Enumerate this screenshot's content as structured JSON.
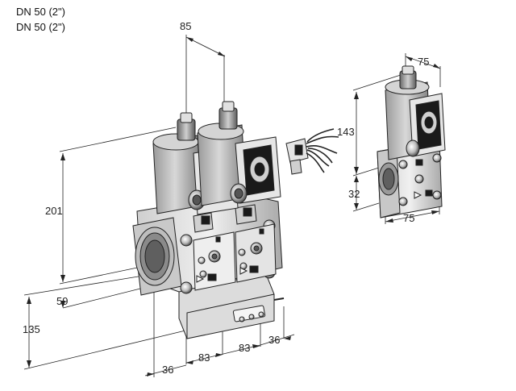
{
  "header": {
    "line1": "DN 50 (2\")",
    "line2": "DN 50 (2\")"
  },
  "dimensions": {
    "d85": "85",
    "d75_top": "75",
    "d143": "143",
    "d201": "201",
    "d32": "32",
    "d75_bottom": "75",
    "d59": "59",
    "d135": "135",
    "d36_left": "36",
    "d83_a": "83",
    "d83_b": "83",
    "d36_right": "36"
  },
  "colors": {
    "line": "#222222",
    "metal_light": "#e8e8e8",
    "metal_mid": "#bdbdbd",
    "metal_dark": "#8a8a8a",
    "black": "#1a1a1a"
  }
}
